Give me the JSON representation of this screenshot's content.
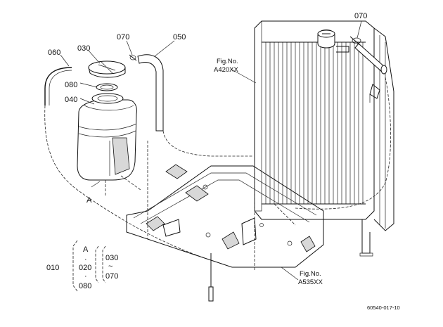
{
  "diagram": {
    "callouts": {
      "p070_left": "070",
      "p030": "030",
      "p060": "060",
      "p050": "050",
      "p080": "080",
      "p040": "040",
      "p070_right": "070",
      "point_a": "A"
    },
    "fig_refs": {
      "radiator_label": "Fig.No.",
      "radiator_code": "A420XX",
      "frame_label": "Fig.No.",
      "frame_code": "A535XX"
    },
    "assembly": {
      "item": "010",
      "group_a": [
        "A",
        "·",
        "020",
        "·",
        "080"
      ],
      "group_b": [
        "030",
        "~",
        "070"
      ]
    },
    "drawing_code": "60540-017-10"
  }
}
